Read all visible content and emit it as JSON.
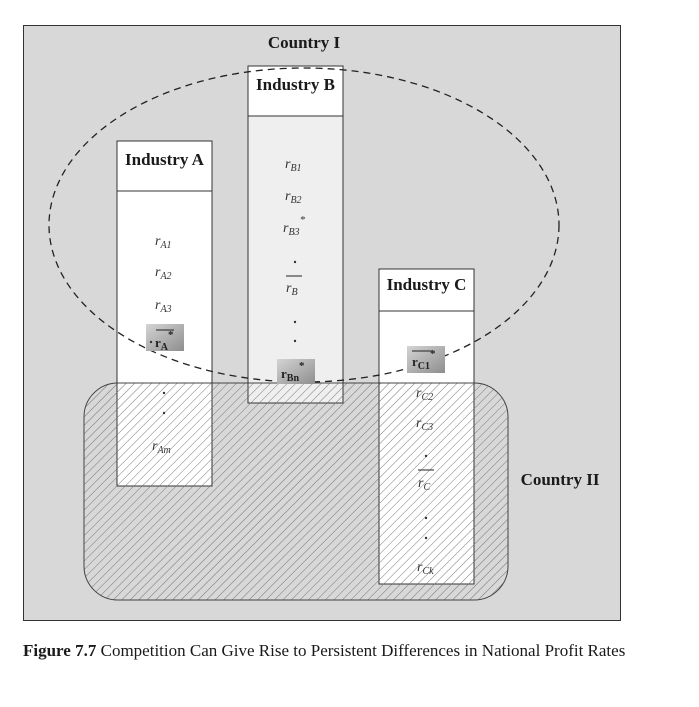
{
  "countries": {
    "one": "Country I",
    "two": "Country II"
  },
  "industries": {
    "a": {
      "title": "Industry A",
      "rates": [
        {
          "base": "r",
          "sub": "A1"
        },
        {
          "base": "r",
          "sub": "A2"
        },
        {
          "base": "r",
          "sub": "A3"
        }
      ],
      "avg": {
        "base": "r",
        "sub": "A",
        "sup": "*"
      },
      "last": {
        "base": "r",
        "sub": "Am"
      }
    },
    "b": {
      "title": "Industry B",
      "rates": [
        {
          "base": "r",
          "sub": "B1"
        },
        {
          "base": "r",
          "sub": "B2"
        },
        {
          "base": "r",
          "sub": "B3",
          "sup": "*"
        }
      ],
      "avg": {
        "base": "r",
        "sub": "B"
      },
      "last": {
        "base": "r",
        "sub": "Bn",
        "sup": "*"
      }
    },
    "c": {
      "title": "Industry C",
      "first": {
        "base": "r",
        "sub": "C1",
        "sup": "*"
      },
      "rates": [
        {
          "base": "r",
          "sub": "C2"
        },
        {
          "base": "r",
          "sub": "C3"
        }
      ],
      "avg": {
        "base": "r",
        "sub": "C"
      },
      "last": {
        "base": "r",
        "sub": "Ck"
      }
    }
  },
  "caption": {
    "label": "Figure 7.7",
    "text": "Competition Can Give Rise to Persistent Differences in National Profit Rates"
  }
}
